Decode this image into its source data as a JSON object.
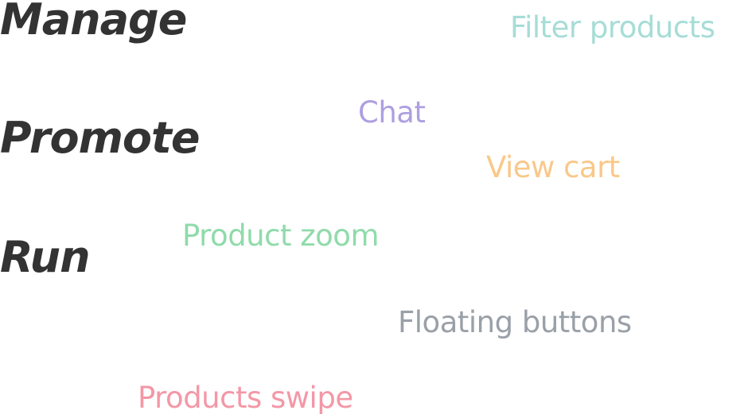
{
  "colors": {
    "heading": "#333333",
    "filter_products": "#a6ddd6",
    "chat": "#ae9fe0",
    "view_cart": "#f9c889",
    "product_zoom": "#8fdbaa",
    "floating_buttons": "#9aa0a8",
    "products_swipe": "#f497a6"
  },
  "headings": {
    "manage": "Manage",
    "promote": "Promote",
    "run": "Run"
  },
  "features": {
    "filter_products": "Filter products",
    "chat": "Chat",
    "view_cart": "View cart",
    "product_zoom": "Product zoom",
    "floating_buttons": "Floating buttons",
    "products_swipe": "Products swipe"
  }
}
